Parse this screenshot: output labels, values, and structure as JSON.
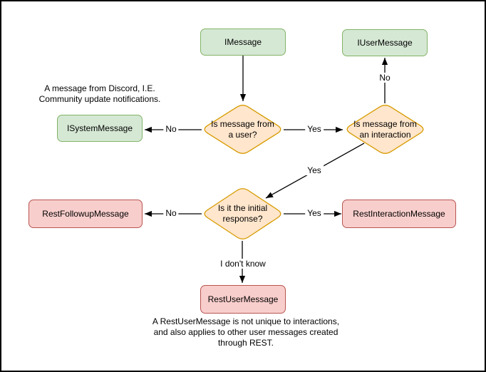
{
  "diagram": {
    "colors": {
      "green_fill": "#d5e8d4",
      "green_stroke": "#82b366",
      "orange_fill": "#ffe6cc",
      "orange_stroke": "#d79b00",
      "red_fill": "#f8cecc",
      "red_stroke": "#b85450",
      "arrow": "#000000"
    },
    "nodes": {
      "imessage": {
        "label": "IMessage"
      },
      "iusermessage": {
        "label": "IUserMessage"
      },
      "isystemmessage": {
        "label": "ISystemMessage"
      },
      "restfollowupmessage": {
        "label": "RestFollowupMessage"
      },
      "restinteractionmessage": {
        "label": "RestInteractionMessage"
      },
      "restusermessage": {
        "label": "RestUserMessage"
      }
    },
    "decisions": {
      "from_user": {
        "lines": [
          "Is message from",
          "a user?"
        ]
      },
      "from_interaction": {
        "lines": [
          "Is message from",
          "an interaction"
        ]
      },
      "initial_response": {
        "lines": [
          "Is it the initial",
          "response?"
        ]
      }
    },
    "edge_labels": {
      "user_no": "No",
      "user_yes": "Yes",
      "interaction_no": "No",
      "interaction_yes": "Yes",
      "initial_no": "No",
      "initial_yes": "Yes",
      "initial_unknown": "I don't know"
    },
    "captions": {
      "system_note": {
        "lines": [
          "A message from Discord, I.E.",
          "Community update notifications."
        ]
      },
      "rest_user_note": {
        "lines": [
          "A RestUserMessage is not unique to interactions,",
          "and also applies to other user messages created",
          "through REST."
        ]
      }
    }
  }
}
